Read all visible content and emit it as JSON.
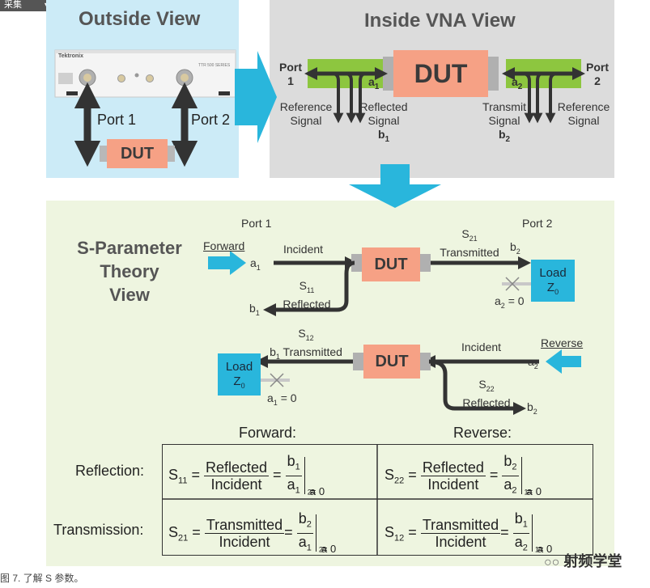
{
  "top_chip": "采集",
  "outside": {
    "title": "Outside View",
    "port1": "Port 1",
    "port2": "Port 2",
    "dut": "DUT",
    "instrument_brand": "Tektronix",
    "instrument_model": "TTR 500 SERIES"
  },
  "inside": {
    "title": "Inside VNA View",
    "port1_a": "Port",
    "port1_b": "1",
    "port2_a": "Port",
    "port2_b": "2",
    "dut": "DUT",
    "a1": "a",
    "a1_sub": "1",
    "a2": "a",
    "a2_sub": "2",
    "ref1_a": "Reference",
    "ref1_b": "Signal",
    "refl_a": "Reflected",
    "refl_b": "Signal",
    "b1": "b",
    "b1_sub": "1",
    "trans_a": "Transmit",
    "trans_b": "Signal",
    "b2": "b",
    "b2_sub": "2",
    "ref2_a": "Reference",
    "ref2_b": "Signal"
  },
  "theory": {
    "title_1": "S-Parameter",
    "title_2": "Theory",
    "title_3": "View",
    "port1": "Port 1",
    "port2": "Port 2",
    "forward": "Forward",
    "reverse": "Reverse",
    "incident": "Incident",
    "dut": "DUT",
    "s21": "S",
    "s21_sub": "21",
    "transmitted": "Transmitted",
    "s11": "S",
    "s11_sub": "11",
    "reflected": "Reflected",
    "s12": "S",
    "s12_sub": "12",
    "s22": "S",
    "s22_sub": "22",
    "a": "a",
    "b": "b",
    "sub1": "1",
    "sub2": "2",
    "a2_eq_0": "= 0",
    "load": "Load",
    "z0": "Z",
    "z0_sub": "0"
  },
  "table": {
    "forward_header": "Forward:",
    "reverse_header": "Reverse:",
    "row1_label": "Reflection:",
    "row2_label": "Transmission:",
    "s11": "S",
    "s11_sub": "11",
    "s22": "S",
    "s22_sub": "22",
    "s21": "S",
    "s21_sub": "21",
    "s12": "S",
    "s12_sub": "12",
    "eq": "=",
    "reflected": "Reflected",
    "transmitted": "Transmitted",
    "incident": "Incident",
    "b1": "b",
    "b2": "b",
    "a1": "a",
    "a2": "a",
    "sub1": "1",
    "sub2": "2",
    "cond_a2": "a",
    "cond_a1": "a",
    "cond_eq0": " = 0"
  },
  "caption": "图 7. 了解 S 参数。",
  "watermark": "射频学堂",
  "colors": {
    "outside_bg": "#ccebf7",
    "inside_bg": "#dcdcdc",
    "theory_bg": "#eef5e0",
    "dut": "#f6a185",
    "coupler": "#8dc63f",
    "big_arrow": "#29b6dc",
    "load": "#29b6dc"
  }
}
